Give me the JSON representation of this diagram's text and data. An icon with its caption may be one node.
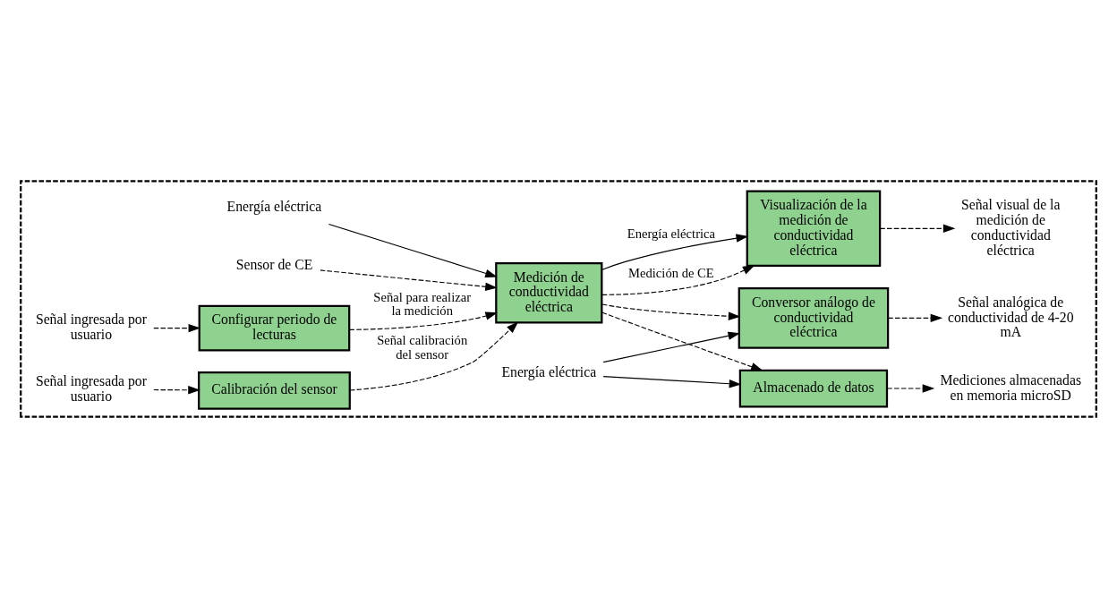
{
  "diagram": {
    "nodes": [
      {
        "text": [],
        "shape": "box"
      },
      {
        "text": [
          "Energía eléctrica"
        ],
        "in": 0
      },
      {
        "text": [
          "Sensor de CE"
        ],
        "in": 0
      },
      {
        "text": [
          "Medición de conductividad eléctrica"
        ],
        "in": 0
      },
      {
        "text": [
          "Visualización de la medición de conductividad eléctrica"
        ],
        "in": 0
      },
      {
        "text": [
          "Señal visual de la medición de conductividad eléctrica"
        ],
        "in": 0
      },
      {
        "text": [
          "Almacenado de datos"
        ],
        "in": 0
      },
      {
        "text": [
          "Mediciones almacenadas en memoria microSD"
        ],
        "in": 0
      },
      {
        "text": [
          "Señal ingresada por usuario"
        ],
        "in": 0
      },
      {
        "text": [
          "Configurar periodo de lecturas"
        ],
        "in": 0
      },
      {
        "text": [
          "Señal ingresada por usuario"
        ],
        "in": 0
      },
      {
        "text": [
          "Calibración del sensor"
        ],
        "in": 0
      },
      {
        "text": [
          "Conversor análogo de conductividad eléctrica"
        ],
        "in": 0
      },
      {
        "text": [
          "Señal analógica de conductividad de 4-20 mA"
        ],
        "in": 0
      },
      {
        "text": [
          "Energía eléctrica"
        ],
        "in": 0
      }
    ],
    "edges": [
      {
        "from": 1,
        "to": 3,
        "arrow": "to"
      },
      {
        "from": 2,
        "to": 3,
        "arrow": "to",
        "style": "dashed"
      },
      {
        "from": 3,
        "to": 4,
        "arrow": "to",
        "label": "Energía eléctrica"
      },
      {
        "from": 3,
        "to": 4,
        "arrow": "to",
        "style": "dashed",
        "label": "Medición de CE"
      },
      {
        "from": 3,
        "to": 6,
        "arrow": "to",
        "style": "dashed"
      },
      {
        "from": 3,
        "to": 12,
        "arrow": "to",
        "style": "dashed"
      },
      {
        "from": 4,
        "to": 5,
        "arrow": "to",
        "style": "dashed"
      },
      {
        "from": 6,
        "to": 7,
        "arrow": "to",
        "style": "dashed"
      },
      {
        "from": 12,
        "to": 13,
        "arrow": "to",
        "style": "dashed"
      },
      {
        "from": 14,
        "to": 6,
        "arrow": "to"
      },
      {
        "from": 14,
        "to": 12,
        "arrow": "to"
      },
      {
        "from": 9,
        "to": 3,
        "arrow": "to",
        "style": "dashed",
        "label": "Señal para realizar la medición"
      },
      {
        "from": 11,
        "to": 3,
        "arrow": "to",
        "style": "dashed",
        "label": "Señal calibración del sensor"
      },
      {
        "from": 8,
        "to": 9,
        "arrow": "to",
        "style": "dashed"
      },
      {
        "from": 10,
        "to": 11,
        "arrow": "to",
        "style": "dashed"
      }
    ]
  }
}
